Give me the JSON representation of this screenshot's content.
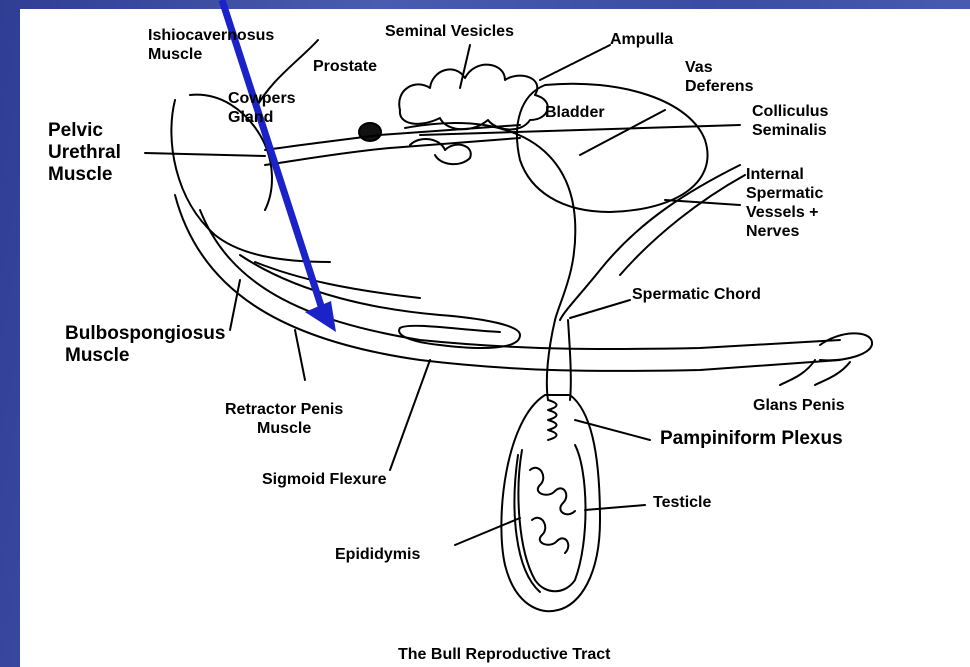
{
  "diagram": {
    "caption": "The Bull Reproductive Tract",
    "labels": {
      "ishiocavernosus": "Ishiocavernosus\nMuscle",
      "seminal_vesicles": "Seminal Vesicles",
      "ampulla": "Ampulla",
      "prostate": "Prostate",
      "vas_deferens": "Vas\nDeferens",
      "cowpers_gland": "Cowpers\nGland",
      "bladder": "Bladder",
      "colliculus": "Colliculus\nSeminalis",
      "pelvic_urethral": "Pelvic\nUrethral\nMuscle",
      "internal_spermatic": "Internal\nSpermatic\nVessels +\nNerves",
      "spermatic_chord": "Spermatic Chord",
      "bulbospongiosus": "Bulbospongiosus\nMuscle",
      "glans_penis": "Glans Penis",
      "retractor_penis": "Retractor Penis\nMuscle",
      "pampiniform": "Pampiniform  Plexus",
      "sigmoid_flexure": "Sigmoid Flexure",
      "testicle": "Testicle",
      "epididymis": "Epididymis"
    },
    "colors": {
      "arrow": "#1a22c8",
      "background": "#3d4fa3",
      "panel": "#ffffff",
      "ink": "#000000"
    }
  }
}
